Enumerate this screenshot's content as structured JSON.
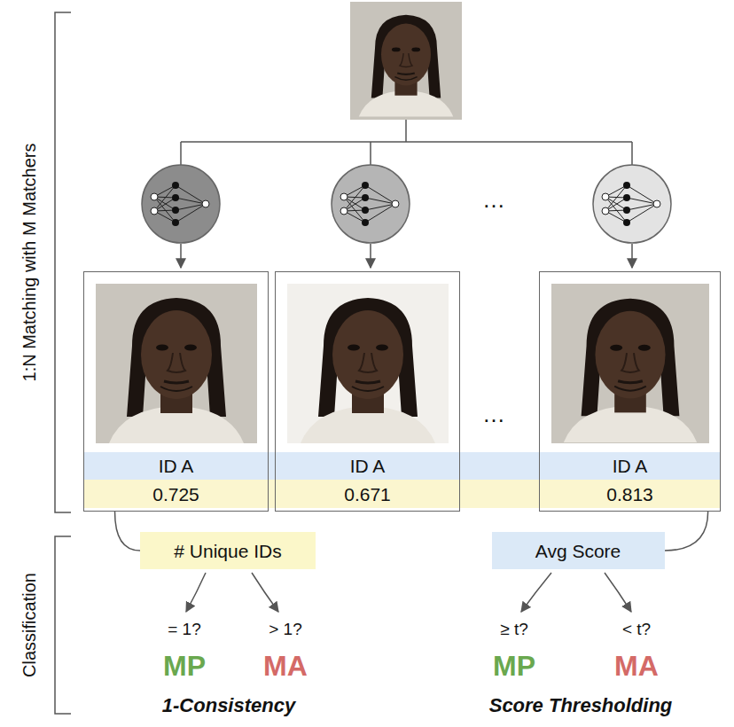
{
  "diagram": {
    "nodes": [
      {
        "text": [
          "ID A",
          "0.725"
        ]
      },
      {
        "text": [
          "ID A",
          "0.671"
        ]
      },
      {
        "text": [
          "ID A",
          "0.813"
        ]
      },
      {
        "text": [
          "# Unique IDs"
        ]
      },
      {
        "text": [
          "Avg Score"
        ]
      }
    ],
    "edges": [
      {
        "from": 0,
        "to": 3,
        "arrow": "none"
      },
      {
        "from": 2,
        "to": 4,
        "arrow": "none"
      }
    ],
    "labels": [
      "1:N Matching with M Matchers",
      "…",
      "…",
      "Classification",
      "= 1?",
      "> 1?",
      "MP",
      "MA",
      "1-Consistency",
      "≥ t?",
      "< t?",
      "MP",
      "MA",
      "Score Thresholding"
    ]
  }
}
